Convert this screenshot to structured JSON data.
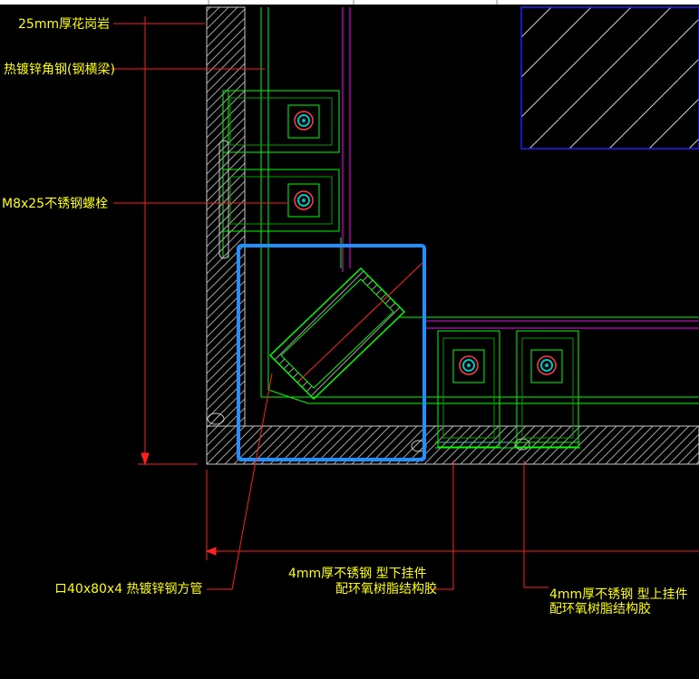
{
  "labels": {
    "granite": "25mm厚花岗岩",
    "angle_steel": "热镀锌角钢(钢横梁)",
    "bolt": "M8x25不锈钢螺栓",
    "square_tube": "ロ40x80x4 热镀锌钢方管",
    "lower_hanger_line1": "4mm厚不锈钢 型下挂件",
    "lower_hanger_line2": "配环氧树脂结构胶",
    "upper_hanger_line1": "4mm厚不锈钢 型上挂件",
    "upper_hanger_line2": "配环氧树脂结构胶"
  },
  "colors": {
    "background": "#000000",
    "label": "#ffff00",
    "leader": "#ff2020",
    "outline": "#c8c8c8",
    "steel": "#00ff00",
    "panel": "#ff00ff",
    "structure": "#2020ff",
    "highlight": "#1e90ff",
    "bolt": "#00c0c0"
  }
}
